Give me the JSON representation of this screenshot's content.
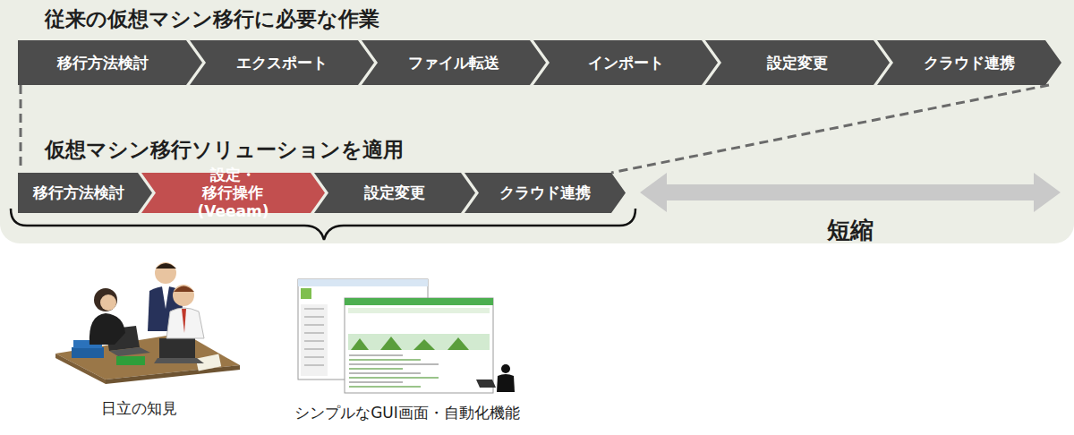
{
  "diagram": {
    "title": "従来の仮想マシン移行に必要な作業",
    "nodes": [
      {
        "text": [
          "移行方法検討"
        ]
      },
      {
        "text": [
          "エクスポート"
        ]
      },
      {
        "text": [
          "ファイル転送"
        ]
      },
      {
        "text": [
          "インポート"
        ]
      },
      {
        "text": [
          "設定変更"
        ]
      },
      {
        "text": [
          "クラウド連携"
        ]
      },
      {
        "text": [
          "移行方法検討"
        ]
      },
      {
        "text": [
          "設定・移行操作 (Veeam)"
        ]
      },
      {
        "text": [
          "設定変更"
        ]
      },
      {
        "text": [
          "クラウド連携"
        ]
      }
    ],
    "edges": [
      {
        "from": 0,
        "to": 6,
        "arrow": "none"
      },
      {
        "from": 5,
        "to": 9,
        "arrow": "none"
      }
    ],
    "labels": [
      "仮想マシン移行ソリューションを適用",
      "短縮",
      "日立の知見",
      "シンプルなGUI画面・自動化機能"
    ]
  }
}
